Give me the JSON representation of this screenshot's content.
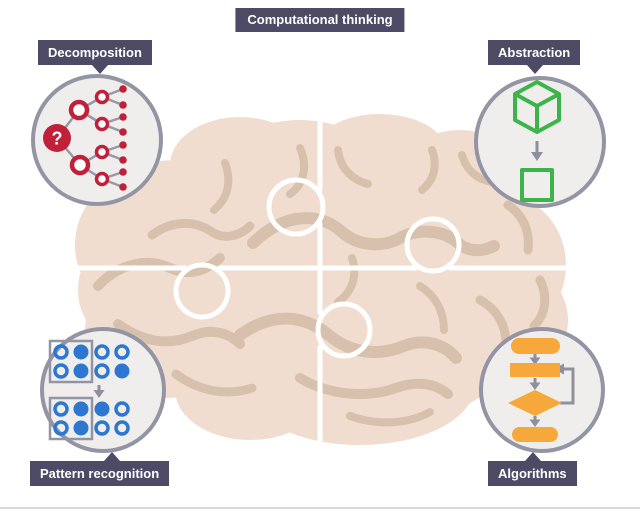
{
  "title": "Computational thinking",
  "center_illustration": "brain divided into four jigsaw puzzle pieces",
  "concepts": [
    {
      "id": "decomposition",
      "label": "Decomposition",
      "position": "top-left",
      "accent_color": "#c0203a",
      "icon": "tree-diagram-icon"
    },
    {
      "id": "abstraction",
      "label": "Abstraction",
      "position": "top-right",
      "accent_color": "#3bb54a",
      "icon": "cube-to-square-icon"
    },
    {
      "id": "pattern-recognition",
      "label": "Pattern recognition",
      "position": "bottom-left",
      "accent_color": "#2e77d0",
      "icon": "dot-pattern-icon"
    },
    {
      "id": "algorithms",
      "label": "Algorithms",
      "position": "bottom-right",
      "accent_color": "#f6a83b",
      "icon": "flowchart-icon"
    }
  ],
  "icons": {
    "decomposition": {
      "question_mark": "?",
      "shape": "binary tree from question node to leaf dots"
    },
    "abstraction": {
      "shape": "3D wireframe cube, arrow down, 2D square"
    },
    "pattern_recognition": {
      "grid_top_rows": [
        "O F O O",
        "O F O F"
      ],
      "grid_bottom_rows": [
        "O F F O",
        "O F O O"
      ],
      "key": "F = filled dot, O = outlined dot; first two columns framed by a square"
    },
    "algorithms": {
      "shape": "flowchart: start pill, process rectangle, decision diamond, end pill, loop arrow from diamond back to rectangle"
    }
  },
  "colors": {
    "label_background": "#4d4a66",
    "label_text": "#ffffff",
    "brain_fill": "#f1ddd0",
    "brain_sulci": "#d8c1ac",
    "puzzle_line": "#ffffff",
    "circle_border": "#9394a4",
    "circle_fill": "#efeeec",
    "arrow_gray": "#8f8f9e",
    "divider": "#d9d9d9",
    "background": "#ffffff"
  }
}
